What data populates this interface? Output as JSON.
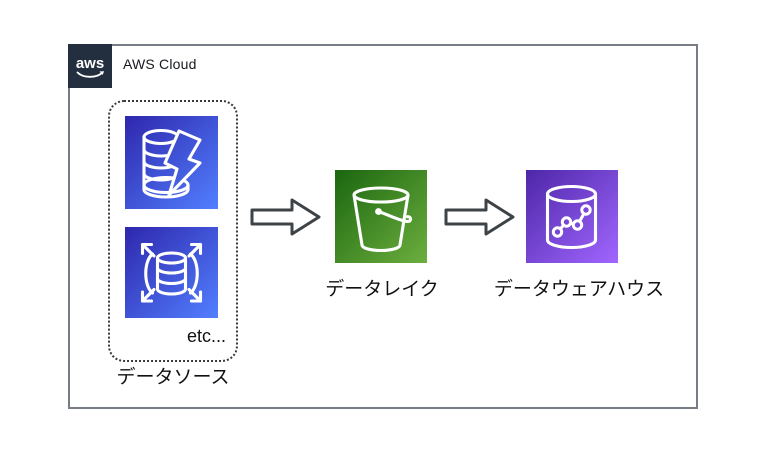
{
  "cloud": {
    "logo_text": "aws",
    "label": "AWS Cloud"
  },
  "data_sources": {
    "label": "データソース",
    "etc_label": "etc...",
    "icons": [
      "database-lightning-icon",
      "database-scale-out-icon"
    ]
  },
  "data_lake": {
    "label": "データレイク",
    "icon": "s3-bucket-icon"
  },
  "data_warehouse": {
    "label": "データウェアハウス",
    "icon": "database-analytics-icon"
  },
  "flow": {
    "arrows": [
      "data-sources -> data-lake",
      "data-lake -> data-warehouse"
    ]
  },
  "colors": {
    "frame_border": "#777d84",
    "logo_background": "#232f3e",
    "database_gradient_start": "#2e27ad",
    "database_gradient_end": "#527fff",
    "storage_gradient_start": "#1b660f",
    "storage_gradient_end": "#6cae3e",
    "analytics_gradient_start": "#4d27a8",
    "analytics_gradient_end": "#a166ff",
    "arrow_outline": "#3e4347",
    "text": "#111111"
  }
}
